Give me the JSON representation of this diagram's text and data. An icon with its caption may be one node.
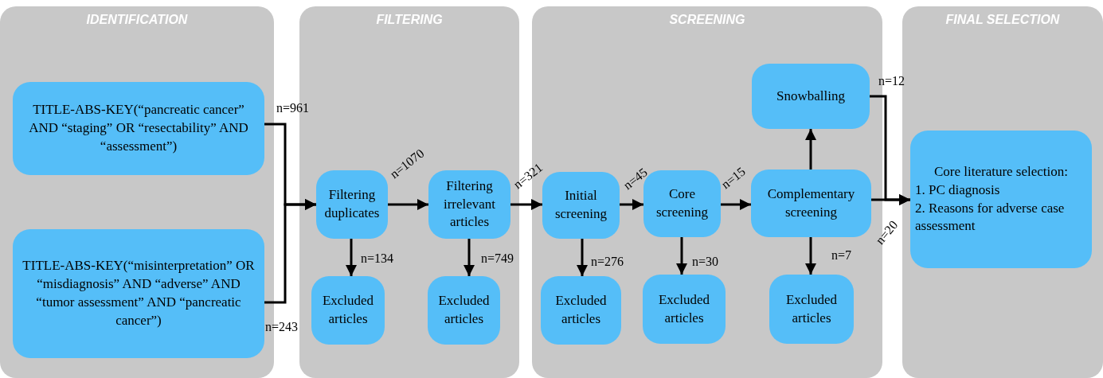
{
  "diagram": {
    "nodes": [
      {
        "text": [
          "IDENTIFICATION"
        ]
      },
      {
        "text": [
          "TITLE-ABS-KEY(“pancreatic cancer” AND “staging” OR “resectability” AND “assessment”)"
        ],
        "in": 0
      },
      {
        "text": [
          "TITLE-ABS-KEY(“misinterpretation” OR “misdiagnosis” AND “adverse” AND “tumor assessment” AND “pancreatic cancer”)"
        ],
        "in": 0
      },
      {
        "text": [
          "FILTERING"
        ]
      },
      {
        "text": [
          "Filtering duplicates"
        ],
        "in": 3
      },
      {
        "text": [
          "Excluded articles"
        ],
        "in": 3
      },
      {
        "text": [
          "Filtering irrelevant articles"
        ],
        "in": 3
      },
      {
        "text": [
          "Excluded articles"
        ],
        "in": 3
      },
      {
        "text": [
          "SCREENING"
        ]
      },
      {
        "text": [
          "Initial screening"
        ],
        "in": 8
      },
      {
        "text": [
          "Excluded articles"
        ],
        "in": 8
      },
      {
        "text": [
          "Core screening"
        ],
        "in": 8
      },
      {
        "text": [
          "Excluded articles"
        ],
        "in": 8
      },
      {
        "text": [
          "Snowballing"
        ],
        "in": 8
      },
      {
        "text": [
          "Complementary screening"
        ],
        "in": 8
      },
      {
        "text": [
          "Excluded articles"
        ],
        "in": 8
      },
      {
        "text": [
          "FINAL SELECTION"
        ]
      },
      {
        "text": [
          "Core literature selection:",
          "1. PC diagnosis",
          "2. Reasons for adverse case assessment"
        ],
        "in": 16
      }
    ],
    "edges": [
      {
        "from": 1,
        "to": 4,
        "arrow": "to",
        "label": "n=961"
      },
      {
        "from": 2,
        "to": 4,
        "arrow": "to",
        "label": "n=243"
      },
      {
        "from": 4,
        "to": 5,
        "arrow": "to",
        "label": "n=134"
      },
      {
        "from": 4,
        "to": 6,
        "arrow": "to",
        "label": "n=1070"
      },
      {
        "from": 6,
        "to": 7,
        "arrow": "to",
        "label": "n=749"
      },
      {
        "from": 6,
        "to": 9,
        "arrow": "to",
        "label": "n=321"
      },
      {
        "from": 9,
        "to": 10,
        "arrow": "to",
        "label": "n=276"
      },
      {
        "from": 9,
        "to": 11,
        "arrow": "to",
        "label": "n=45"
      },
      {
        "from": 11,
        "to": 12,
        "arrow": "to",
        "label": "n=30"
      },
      {
        "from": 11,
        "to": 14,
        "arrow": "to",
        "label": "n=15"
      },
      {
        "from": 14,
        "to": 13,
        "arrow": "to"
      },
      {
        "from": 14,
        "to": 15,
        "arrow": "to",
        "label": "n=7"
      },
      {
        "from": 13,
        "to": 17,
        "arrow": "to",
        "label": "n=12"
      },
      {
        "from": 14,
        "to": 17,
        "arrow": "to",
        "label": "n=20"
      }
    ]
  }
}
